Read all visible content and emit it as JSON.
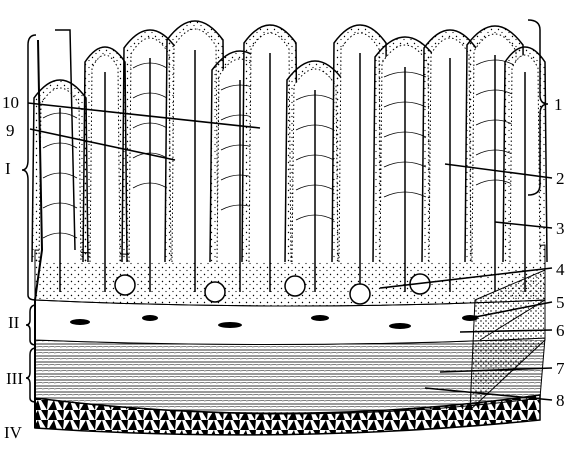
{
  "figure": {
    "layer_labels": [
      "I",
      "II",
      "III",
      "IV"
    ],
    "number_labels": [
      "1",
      "2",
      "3",
      "4",
      "5",
      "6",
      "7",
      "8",
      "9",
      "10"
    ]
  }
}
